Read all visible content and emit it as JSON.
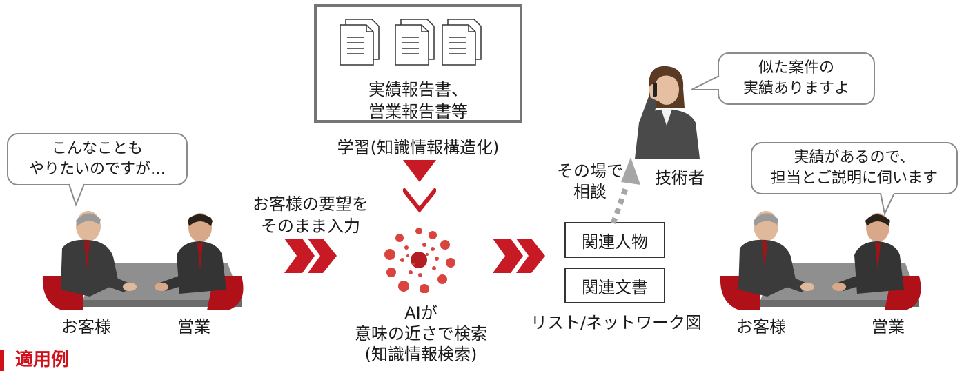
{
  "documents": {
    "title_lines": [
      "実績報告書、",
      "営業報告書等"
    ],
    "icon": "document-stack-icon"
  },
  "learning_label": "学習(知識情報構造化)",
  "left_scene": {
    "bubble_lines": [
      "こんなことも",
      "やりたいのですが…"
    ],
    "customer_label": "お客様",
    "sales_label": "営業"
  },
  "input_label_lines": [
    "お客様の要望を",
    "そのまま入力"
  ],
  "ai": {
    "lines": [
      "AIが",
      "意味の近さで検索",
      "(知識情報検索)"
    ],
    "icon": "ai-network-icon",
    "color": "#c0272d"
  },
  "results": {
    "related_people": "関連人物",
    "related_docs": "関連文書",
    "caption": "リスト/ネットワーク図"
  },
  "consult_lines": [
    "その場で",
    "相談"
  ],
  "engineer": {
    "bubble_lines": [
      "似た案件の",
      "実績ありますよ"
    ],
    "label": "技術者"
  },
  "right_scene": {
    "bubble_lines": [
      "実績があるので、",
      "担当とご説明に伺います"
    ],
    "customer_label": "お客様",
    "sales_label": "営業"
  },
  "footer": {
    "label": "適用例"
  },
  "colors": {
    "accent_red": "#c81a24",
    "border_gray": "#757575"
  }
}
